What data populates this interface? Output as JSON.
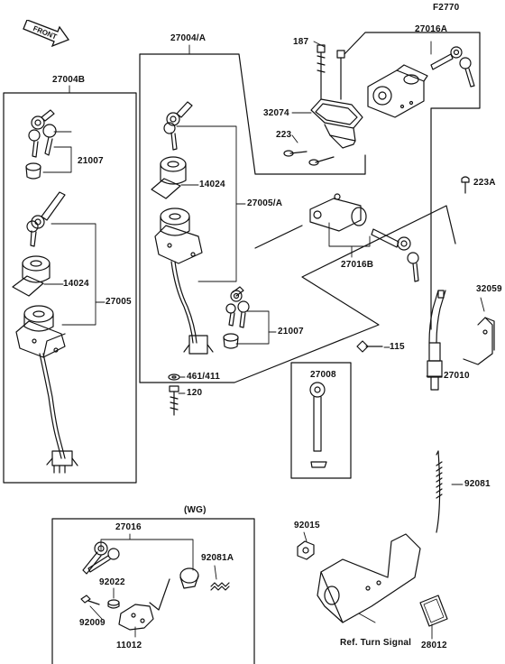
{
  "figure_code": "F2770",
  "front_label": "FRONT",
  "parts": {
    "p27004B": "27004B",
    "p27004A": "27004/A",
    "p187": "187",
    "p27016A": "27016A",
    "p32074": "32074",
    "p223": "223",
    "p223A": "223A",
    "p21007a": "21007",
    "p14024a": "14024",
    "p27005A": "27005/A",
    "p14024b": "14024",
    "p27005": "27005",
    "p27016B": "27016B",
    "p21007b": "21007",
    "p32059": "32059",
    "p115": "115",
    "p27008": "27008",
    "p27010": "27010",
    "p461": "461/411",
    "p120": "120",
    "p92081": "92081",
    "pWG": "(WG)",
    "p27016": "27016",
    "p92015": "92015",
    "p92081A": "92081A",
    "p92022": "92022",
    "p92009": "92009",
    "p11012": "11012",
    "p28012": "28012"
  },
  "ref_turn_signal": "Ref. Turn Signal"
}
